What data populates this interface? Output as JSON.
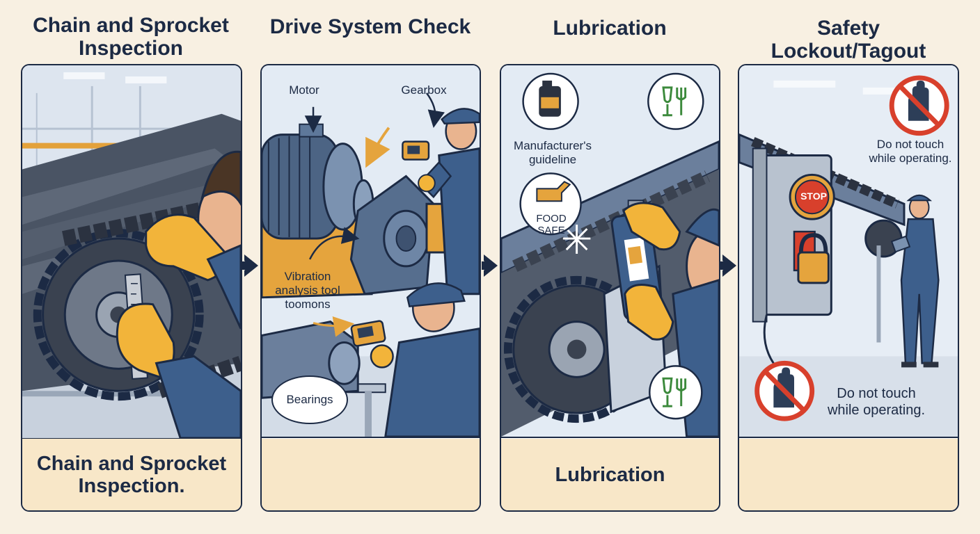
{
  "panels": [
    {
      "title": "Chain and Sprocket\nInspection",
      "footer": "Chain and Sprocket\nInspection."
    },
    {
      "title": "Drive System Check",
      "labels": {
        "motor": "Motor",
        "gearbox": "Gearbox",
        "vibration": "Vibration\nanalysis tool\ntoomons",
        "bearings": "Bearings"
      }
    },
    {
      "title": "Lubrication",
      "footer": "Lubrication",
      "labels": {
        "guideline": "Manufacturer's\nguideline",
        "food_safe": "FOOD\nSAFE"
      }
    },
    {
      "title": "Safety Lockout/Tagout",
      "labels": {
        "stop": "STOP",
        "warning_top": "Do not touch\nwhile operating.",
        "warning_bottom": "Do not touch\nwhile operating."
      }
    }
  ],
  "colors": {
    "navy": "#1c2a44",
    "background": "#f8f0e2",
    "footer": "#f8e7c8",
    "glove": "#f2b43a",
    "uniform": "#3d5f8c",
    "stop_red": "#d8402c",
    "food_green": "#3c8a3c"
  }
}
